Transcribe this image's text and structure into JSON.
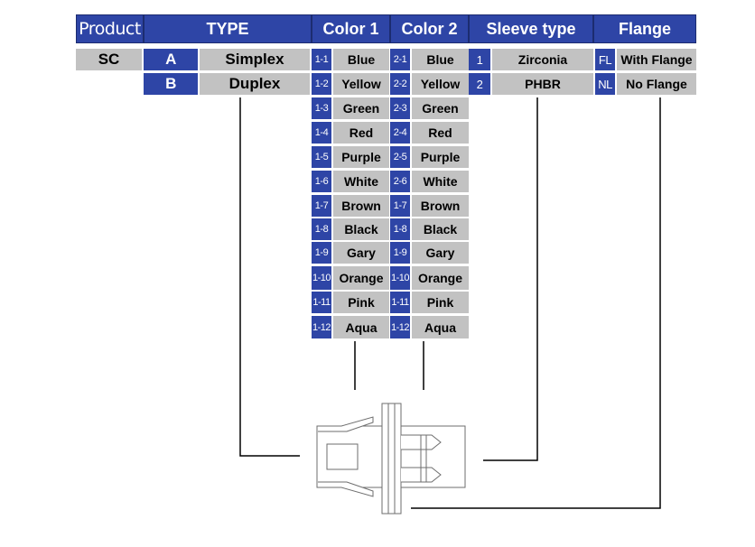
{
  "headers": {
    "product": "Product",
    "type": "TYPE",
    "color1": "Color 1",
    "color2": "Color 2",
    "sleeve": "Sleeve type",
    "flange": "Flange"
  },
  "product": {
    "value": "SC"
  },
  "type": [
    {
      "code": "A",
      "label": "Simplex"
    },
    {
      "code": "B",
      "label": "Duplex"
    }
  ],
  "color1": [
    {
      "code": "1-1",
      "label": "Blue"
    },
    {
      "code": "1-2",
      "label": "Yellow"
    },
    {
      "code": "1-3",
      "label": "Green"
    },
    {
      "code": "1-4",
      "label": "Red"
    },
    {
      "code": "1-5",
      "label": "Purple"
    },
    {
      "code": "1-6",
      "label": "White"
    },
    {
      "code": "1-7",
      "label": "Brown"
    },
    {
      "code": "1-8",
      "label": "Black"
    },
    {
      "code": "1-9",
      "label": "Gary"
    },
    {
      "code": "1-10",
      "label": "Orange"
    },
    {
      "code": "1-11",
      "label": "Pink"
    },
    {
      "code": "1-12",
      "label": "Aqua"
    }
  ],
  "color2": [
    {
      "code": "2-1",
      "label": "Blue"
    },
    {
      "code": "2-2",
      "label": "Yellow"
    },
    {
      "code": "2-3",
      "label": "Green"
    },
    {
      "code": "2-4",
      "label": "Red"
    },
    {
      "code": "2-5",
      "label": "Purple"
    },
    {
      "code": "2-6",
      "label": "White"
    },
    {
      "code": "1-7",
      "label": "Brown"
    },
    {
      "code": "1-8",
      "label": "Black"
    },
    {
      "code": "1-9",
      "label": "Gary"
    },
    {
      "code": "1-10",
      "label": "Orange"
    },
    {
      "code": "1-11",
      "label": "Pink"
    },
    {
      "code": "1-12",
      "label": "Aqua"
    }
  ],
  "sleeve": [
    {
      "code": "1",
      "label": "Zirconia"
    },
    {
      "code": "2",
      "label": "PHBR"
    }
  ],
  "flange": [
    {
      "code": "FL",
      "label": "With Flange"
    },
    {
      "code": "NL",
      "label": "No Flange"
    }
  ],
  "colors": {
    "header_blue": "#2e45a6",
    "cell_gray": "#c2c2c2",
    "line": "#000000"
  },
  "illustration": "sc-adapter-drawing"
}
